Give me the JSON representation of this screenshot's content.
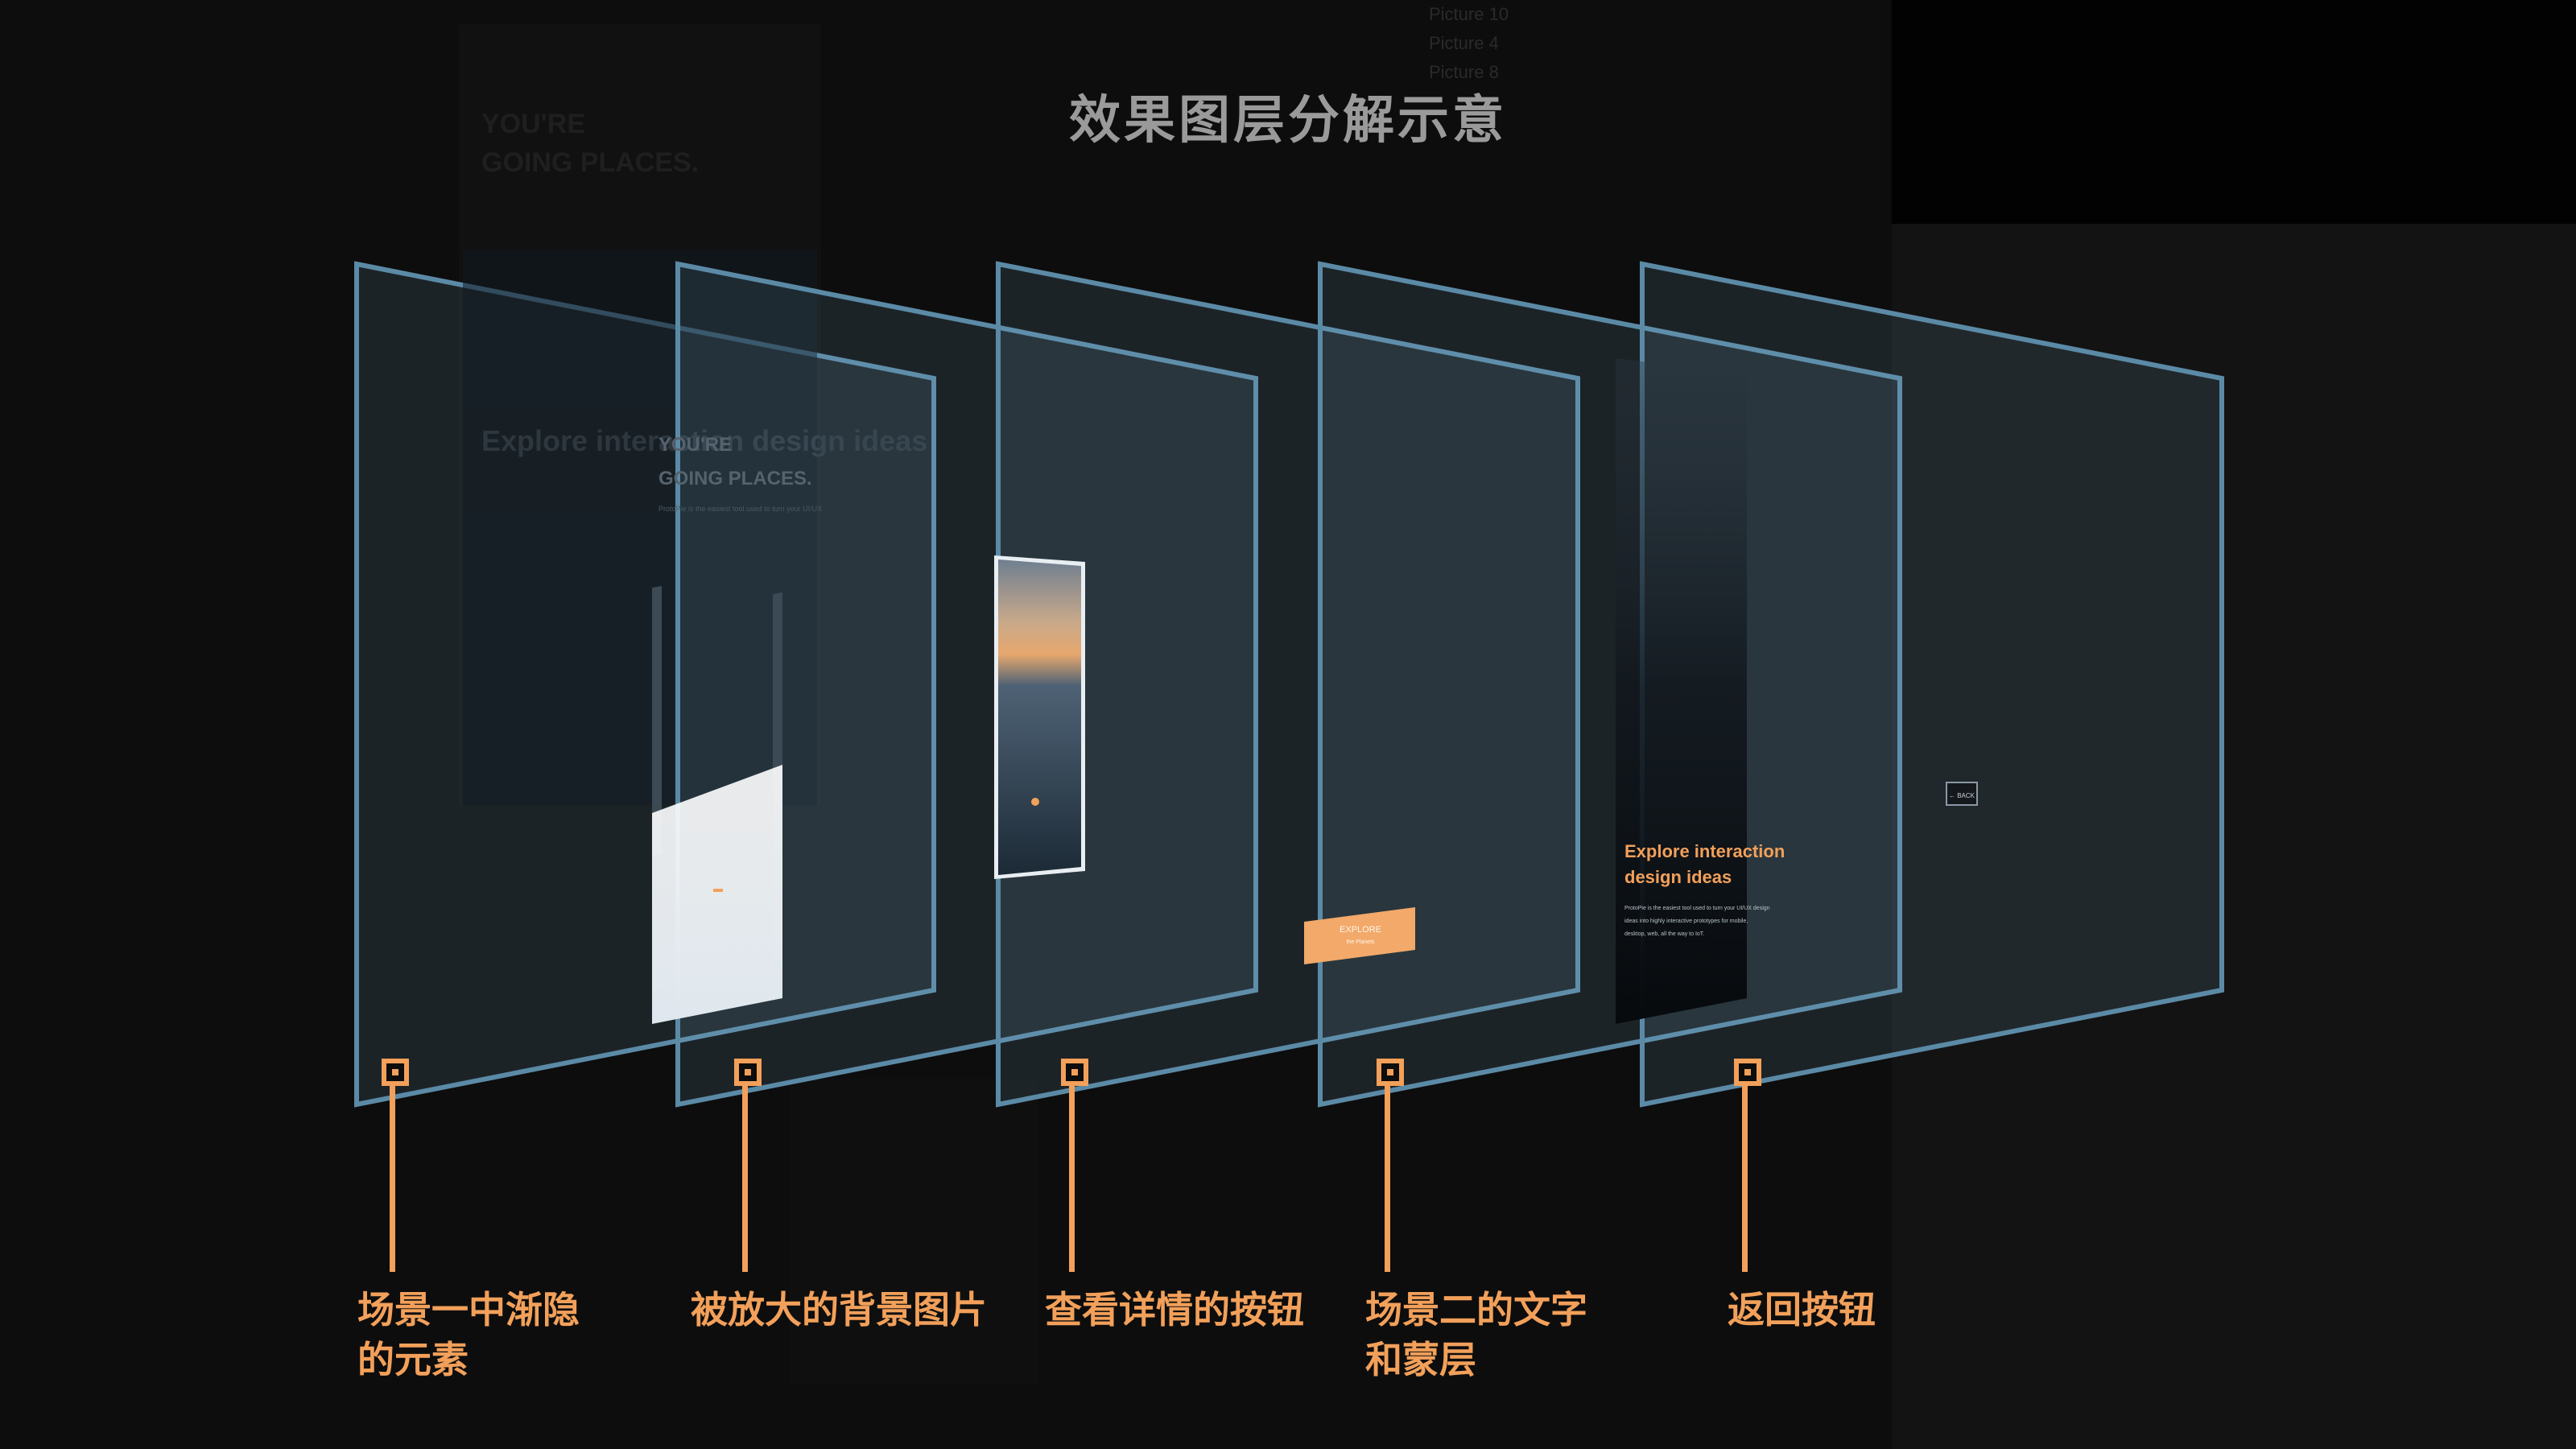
{
  "title": "效果图层分解示意",
  "colors": {
    "accent": "#f2a05a",
    "plane_stroke": "#5b8aa6",
    "plane_fill": "rgba(120,170,200,0.14)",
    "background": "#0d0d0d"
  },
  "background_texts": {
    "headline_line1": "YOU'RE",
    "headline_line2": "GOING PLACES.",
    "layers_list": [
      "Picture 10",
      "Picture 4",
      "Picture 8"
    ]
  },
  "layers": [
    {
      "id": "layer-1",
      "label_lines": [
        "场景一中渐隐",
        "的元素"
      ]
    },
    {
      "id": "layer-2",
      "label_lines": [
        "被放大的背景图片"
      ]
    },
    {
      "id": "layer-3",
      "label_lines": [
        "查看详情的按钮"
      ]
    },
    {
      "id": "layer-4",
      "label_lines": [
        "场景二的文字",
        "和蒙层"
      ]
    },
    {
      "id": "layer-5",
      "label_lines": [
        "返回按钮"
      ]
    }
  ],
  "plane_contents": {
    "scene1": {
      "headline_line1": "YOU'RE",
      "headline_line2": "GOING PLACES.",
      "subtext": "ProtoPie is the easiest tool used to turn your UI/UX",
      "heading": "Explore interaction design ideas"
    },
    "explore_button": {
      "label": "EXPLORE",
      "sub": "the Planets"
    },
    "scene2": {
      "heading_line1": "Explore interaction",
      "heading_line2": "design ideas",
      "body_lines": [
        "ProtoPie is the easiest tool used to turn your UI/UX design",
        "ideas into highly interactive prototypes for mobile,",
        "desktop, web, all the way to IoT."
      ]
    },
    "back_button": {
      "label": "← BACK"
    }
  }
}
